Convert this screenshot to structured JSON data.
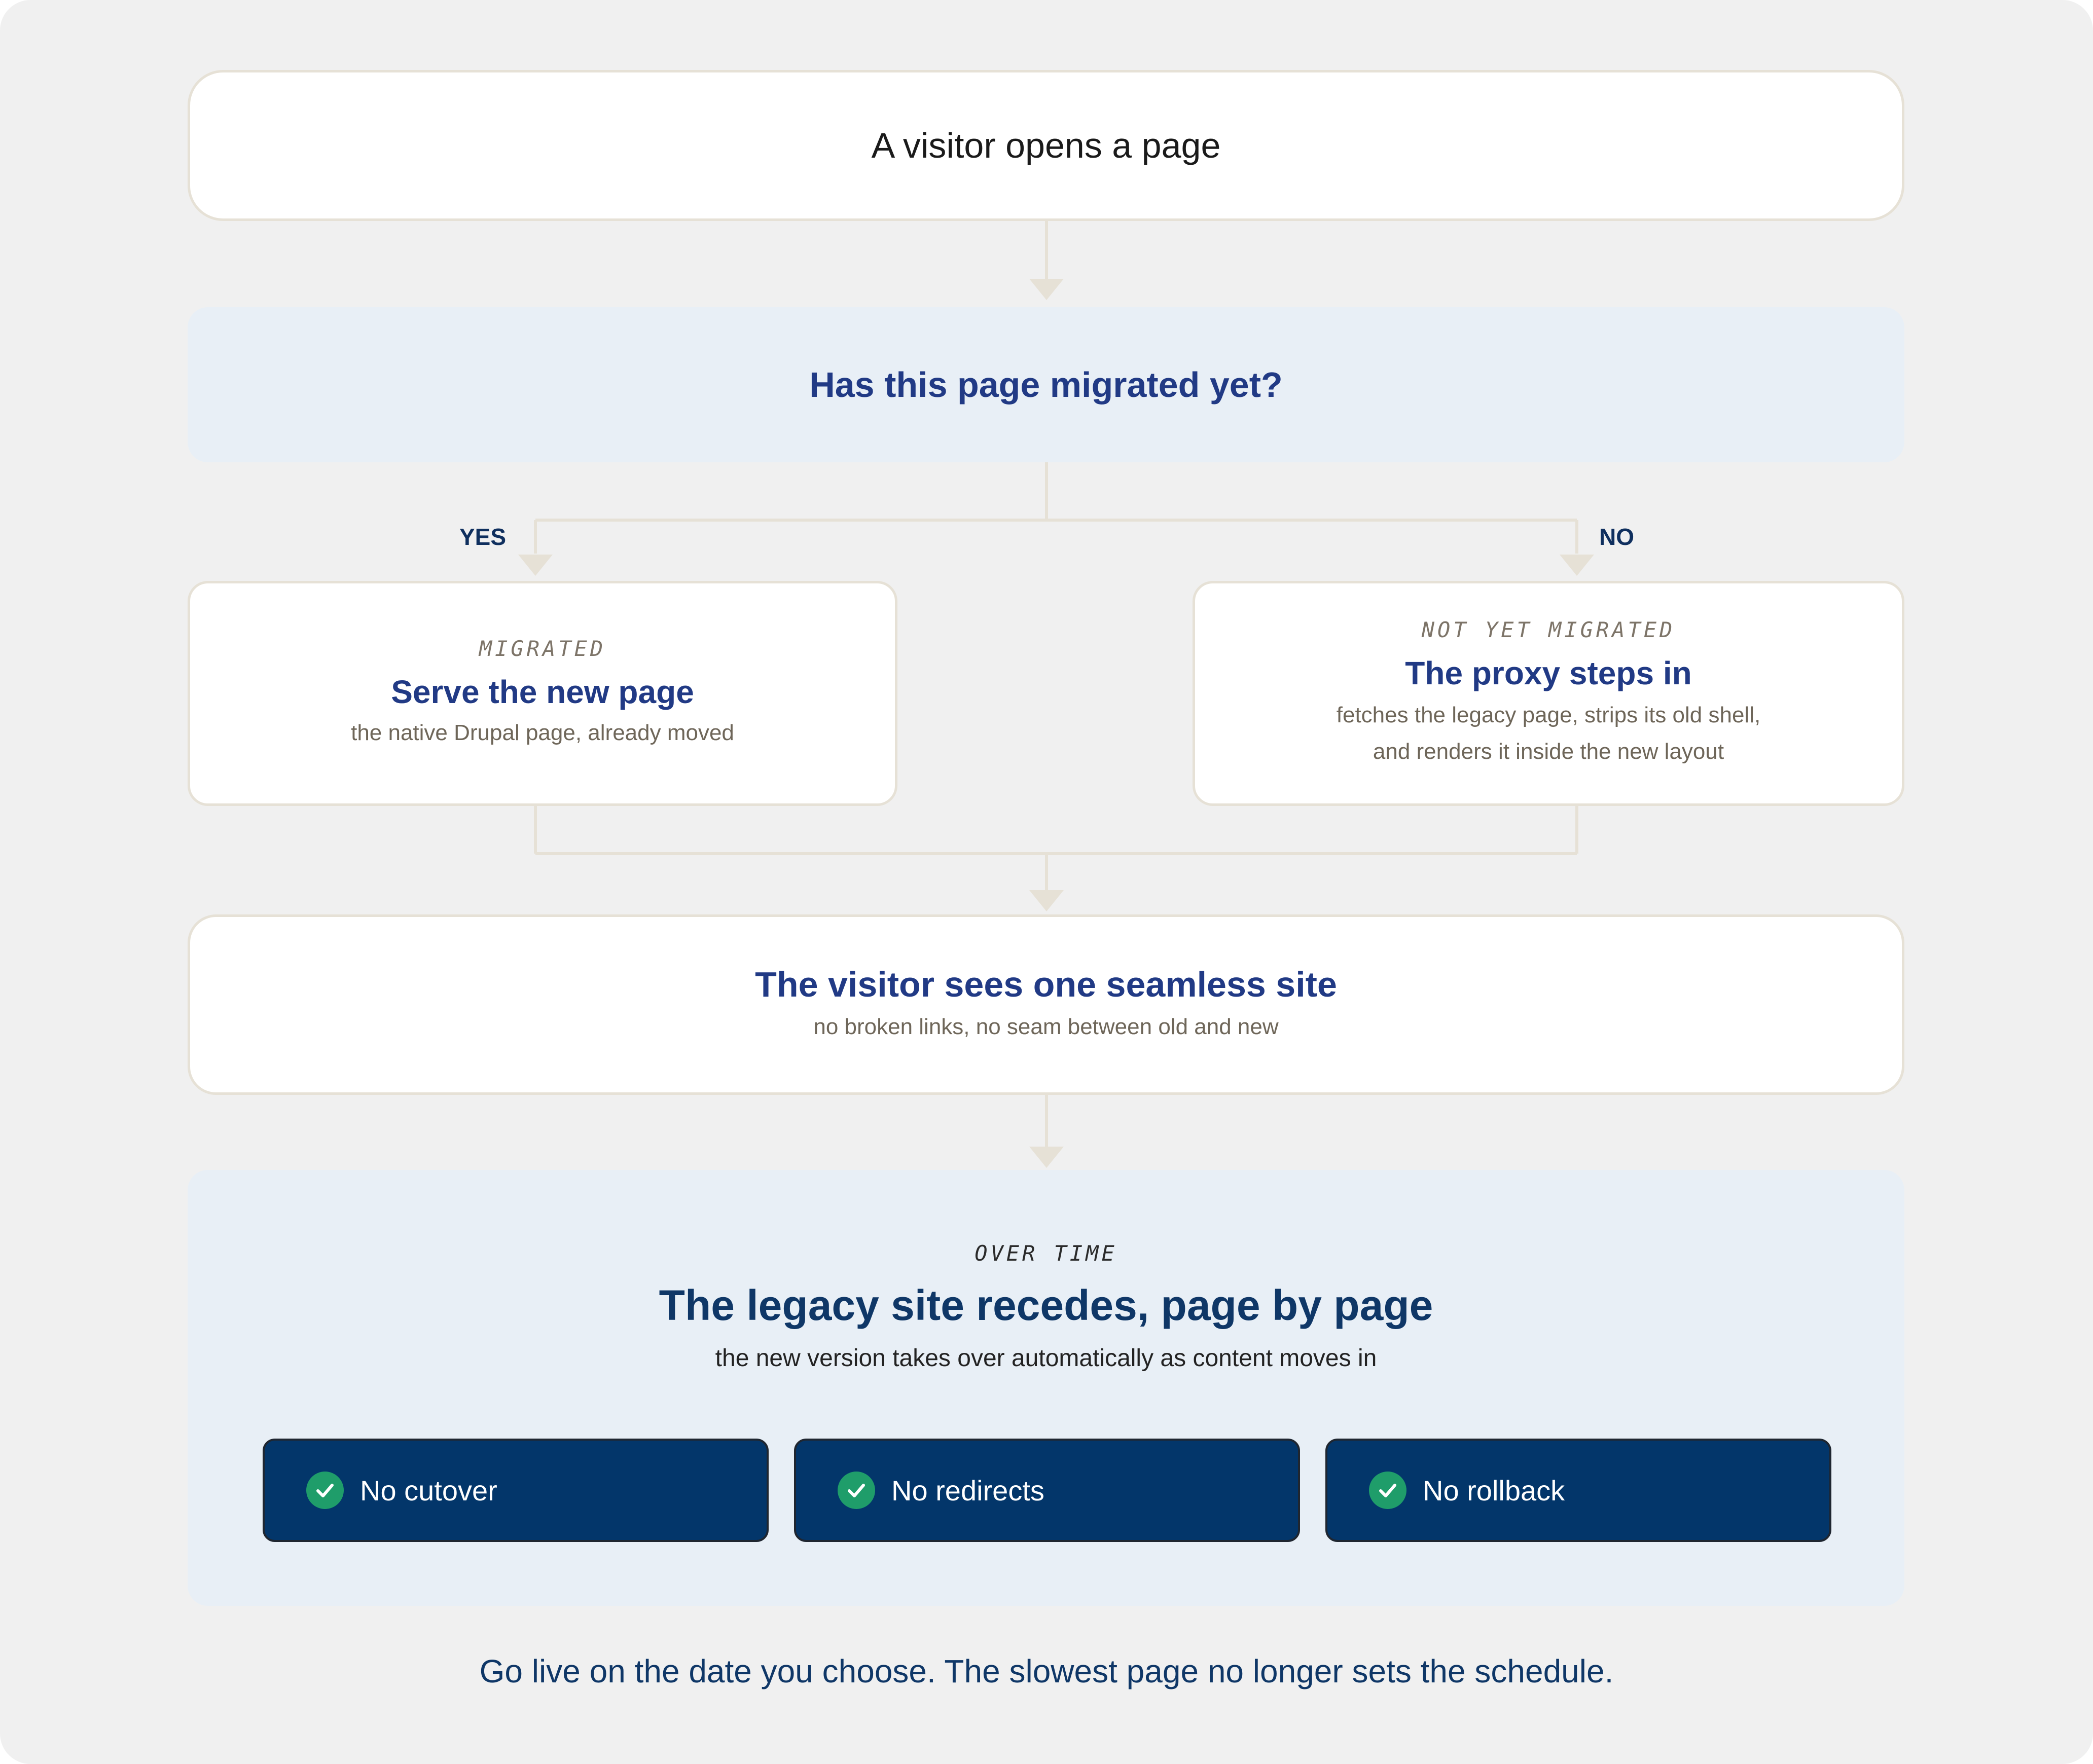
{
  "start": {
    "text": "A visitor opens a page"
  },
  "decision": {
    "question": "Has this page migrated yet?"
  },
  "branches": {
    "yes_label": "YES",
    "no_label": "NO"
  },
  "migrated": {
    "eyebrow": "MIGRATED",
    "title": "Serve the new page",
    "subtitle": "the native Drupal page, already moved"
  },
  "not_migrated": {
    "eyebrow": "NOT YET MIGRATED",
    "title": "The proxy steps in",
    "line1": "fetches the legacy page, strips its old shell,",
    "line2": "and renders it inside the new layout"
  },
  "result": {
    "title": "The visitor sees one seamless site",
    "subtitle": "no broken links, no seam between old and new"
  },
  "over_time": {
    "eyebrow": "OVER TIME",
    "title": "The legacy site recedes, page by page",
    "subtitle": "the new version takes over automatically as content moves in"
  },
  "benefits": [
    "No cutover",
    "No redirects",
    "No rollback"
  ],
  "footer": "Go live on the date you choose. The slowest page no longer sets the schedule.",
  "colors": {
    "background": "#f0f0f0",
    "connector": "#e6e1d6",
    "navy_title": "#213a85",
    "panel_blue": "#e8eff6",
    "pill_navy": "#03366a",
    "check_green": "#1f9d6a"
  },
  "icons": {
    "benefit": "check-circle-icon"
  }
}
